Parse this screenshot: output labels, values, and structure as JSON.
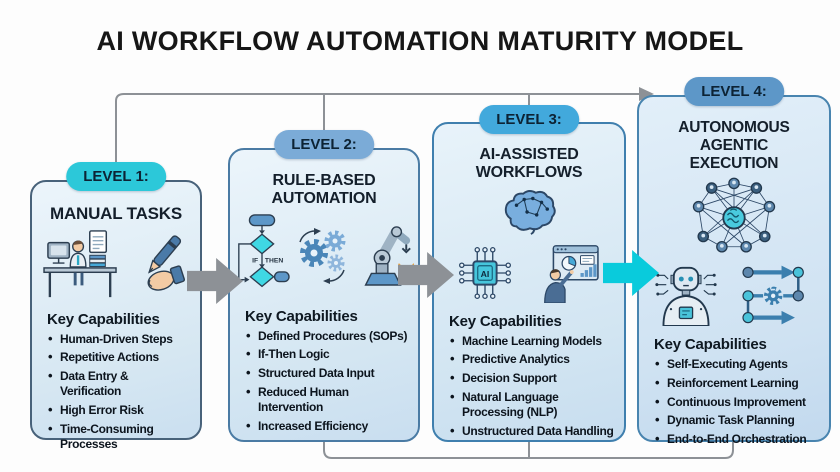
{
  "title": "AI WORKFLOW AUTOMATION MATURITY MODEL",
  "labels": {
    "key_capabilities": "Key Capabilities",
    "if": "IF",
    "then": "THEN",
    "ai": "AI"
  },
  "levels": [
    {
      "badge": "LEVEL 1:",
      "title": "MANUAL TASKS",
      "capabilities": [
        "Human-Driven Steps",
        "Repetitive Actions",
        "Data Entry & Verification",
        "High Error Risk",
        "Time-Consuming Processes"
      ]
    },
    {
      "badge": "LEVEL 2:",
      "title": "RULE-BASED AUTOMATION",
      "capabilities": [
        "Defined Procedures (SOPs)",
        "If-Then Logic",
        "Structured Data Input",
        "Reduced Human Intervention",
        "Increased Efficiency"
      ]
    },
    {
      "badge": "LEVEL 3:",
      "title": "AI-ASSISTED WORKFLOWS",
      "capabilities": [
        "Machine Learning Models",
        "Predictive Analytics",
        "Decision Support",
        "Natural Language Processing (NLP)",
        "Unstructured Data Handling"
      ]
    },
    {
      "badge": "LEVEL 4:",
      "title": "AUTONOMOUS AGENTIC EXECUTION",
      "capabilities": [
        "Self-Executing Agents",
        "Reinforcement Learning",
        "Continuous Improvement",
        "Dynamic Task Planning",
        "End-to-End Orchestration"
      ]
    }
  ],
  "colors": {
    "badge_level1": "#2cc8d9",
    "badge_level2": "#7babd7",
    "badge_level3": "#42a9dc",
    "badge_level4": "#5d97c8",
    "arrow_gray": "#8d9196",
    "arrow_cyan": "#09cbdc",
    "connector_line": "#8d9196"
  }
}
